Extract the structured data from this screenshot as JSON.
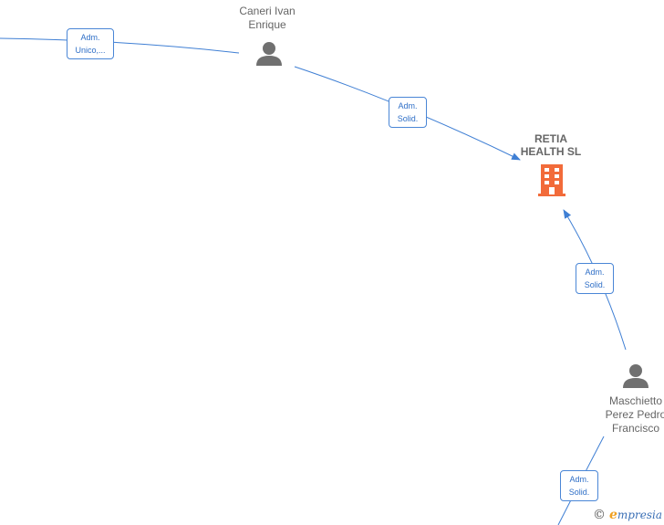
{
  "nodes": {
    "company": {
      "label": "RETIA\nHEALTH  SL",
      "color": "#f26b3a"
    },
    "person1": {
      "label": "Caneri Ivan\nEnrique"
    },
    "person2": {
      "label": "Maschietto\nPerez Pedro\nFrancisco"
    }
  },
  "edges": {
    "edge_left": {
      "label": "Adm.\nUnico,..."
    },
    "edge_p1": {
      "label": "Adm.\nSolid."
    },
    "edge_p2": {
      "label": "Adm.\nSolid."
    },
    "edge_bottom": {
      "label": "Adm.\nSolid."
    }
  },
  "colors": {
    "edge": "#3f7fd4",
    "person_icon": "#707070"
  },
  "footer": {
    "copyright": "©",
    "brand_initial": "e",
    "brand_rest": "mpresia"
  }
}
